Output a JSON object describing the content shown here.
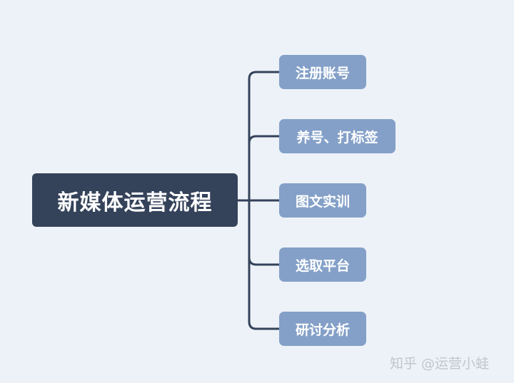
{
  "root": {
    "label": "新媒体运营流程"
  },
  "children": [
    {
      "label": "注册账号"
    },
    {
      "label": "养号、打标签"
    },
    {
      "label": "图文实训"
    },
    {
      "label": "选取平台"
    },
    {
      "label": "研讨分析"
    }
  ],
  "watermark": "知乎 @运营小蛙",
  "colors": {
    "background": "#edf2f8",
    "root": "#34425a",
    "child": "#84a0c8",
    "line": "#34425a"
  }
}
